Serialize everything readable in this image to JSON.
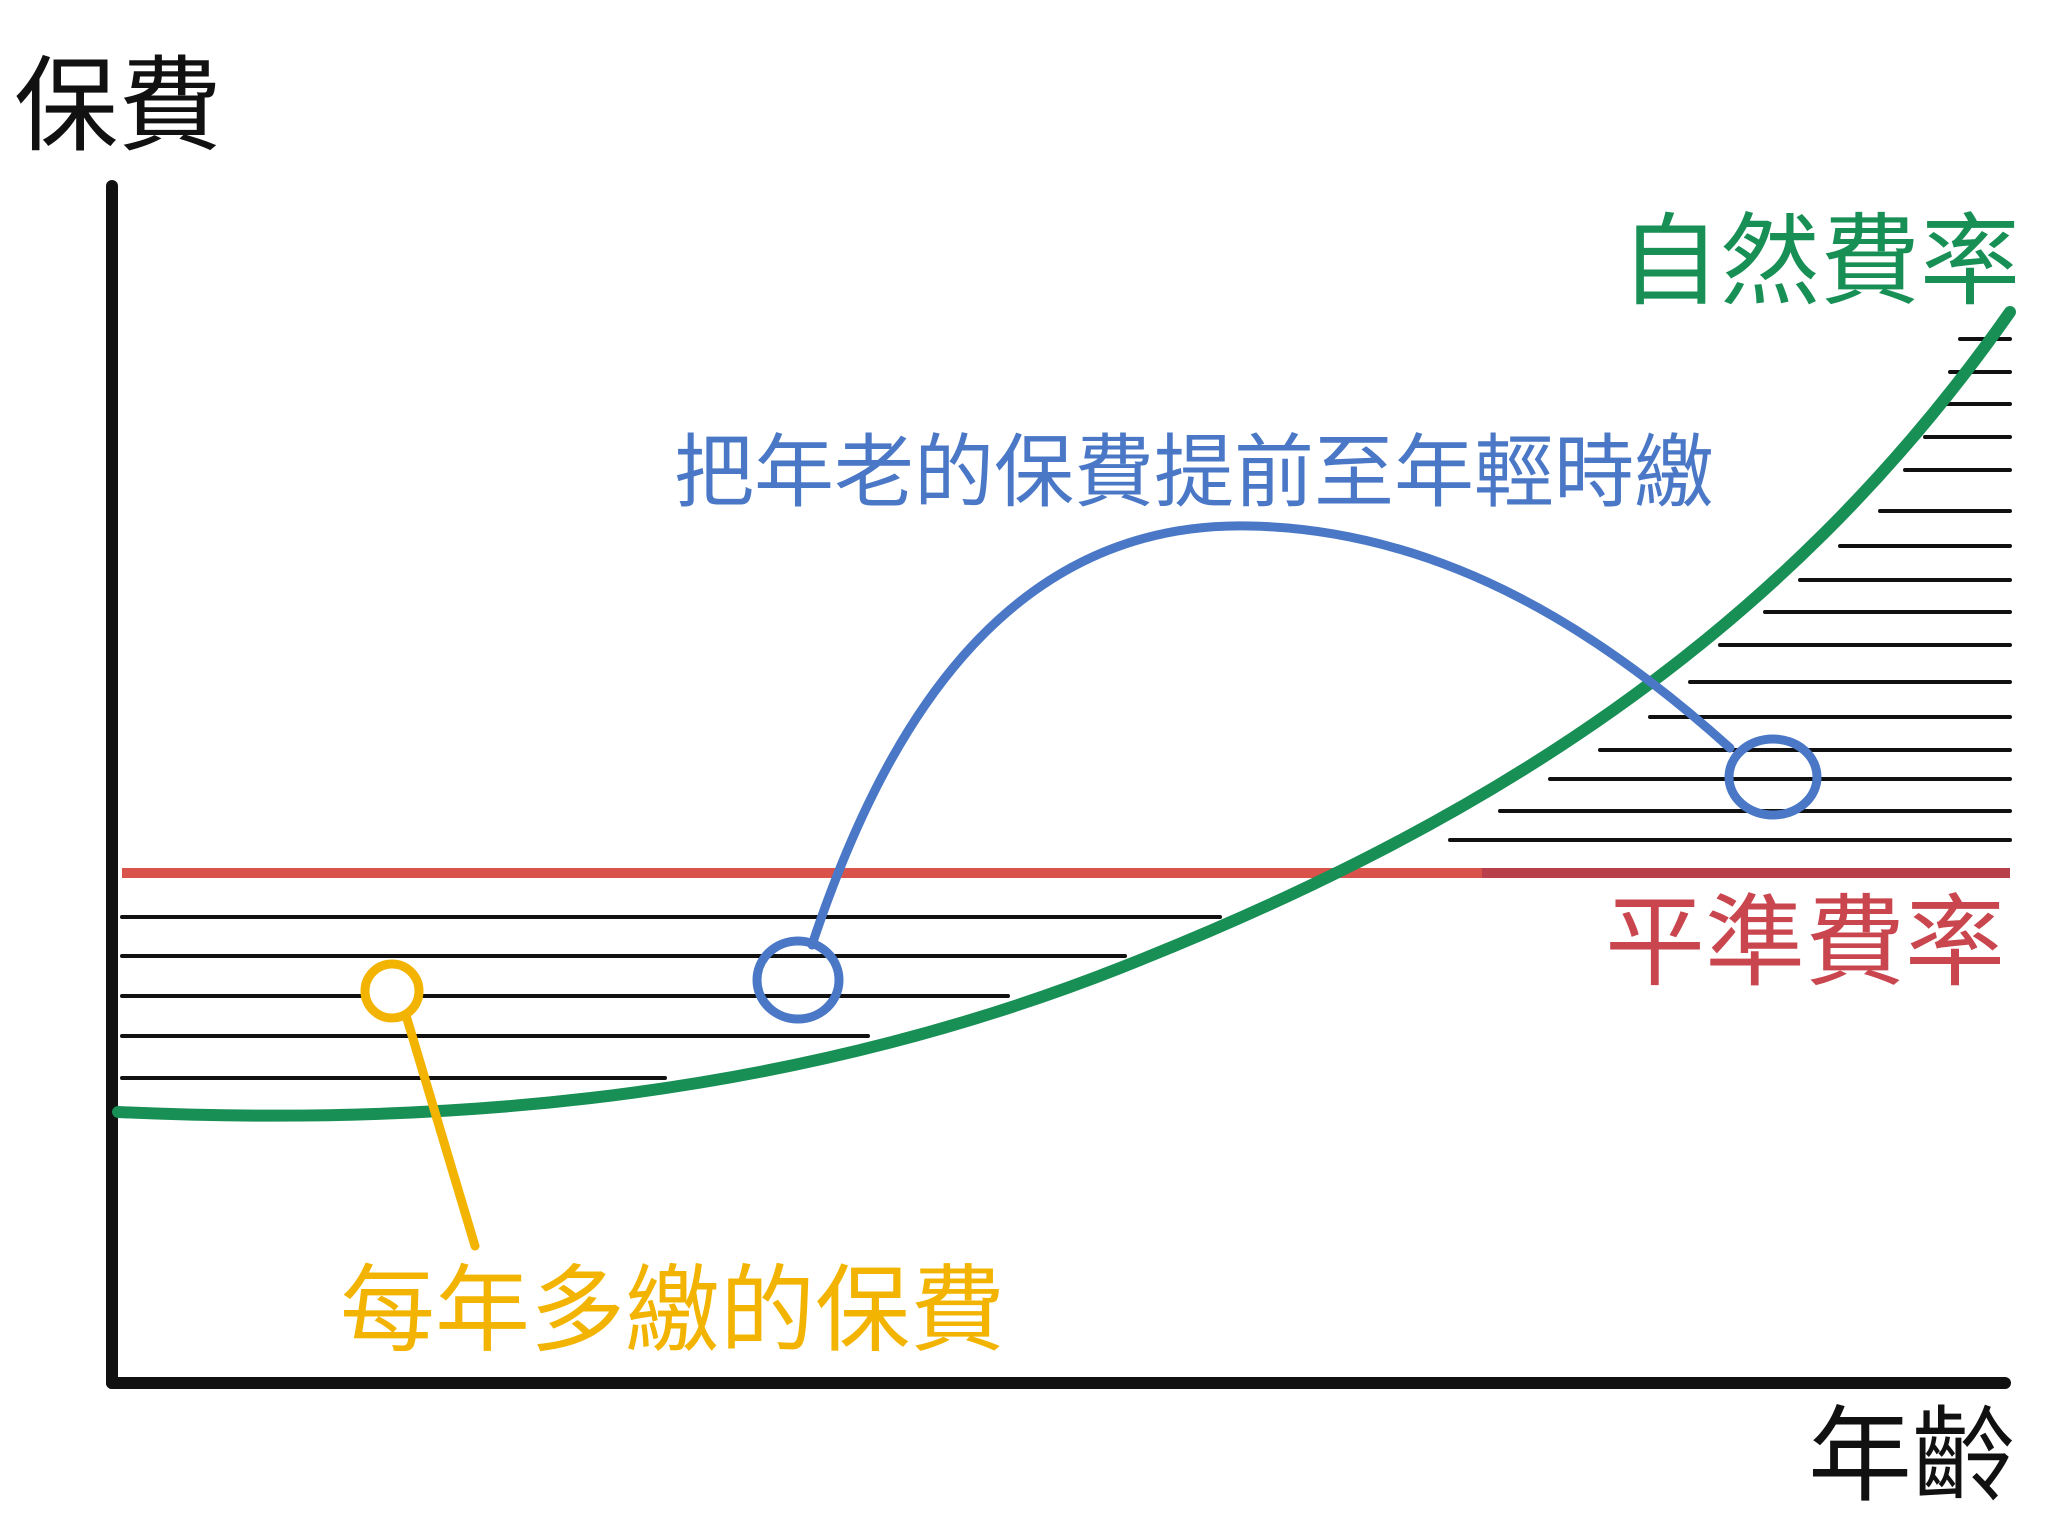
{
  "labels": {
    "y_axis": "保費",
    "x_axis": "年齡",
    "natural_rate": "自然費率",
    "level_rate": "平準費率",
    "transfer_note": "把年老的保費提前至年輕時繳",
    "extra_premium": "每年多繳的保費"
  },
  "colors": {
    "axis": "#111111",
    "natural_rate": "#178f55",
    "level_rate": "#d9534a",
    "transfer_note": "#4a78c6",
    "extra_premium": "#f2b400",
    "hatch": "#111111"
  }
}
